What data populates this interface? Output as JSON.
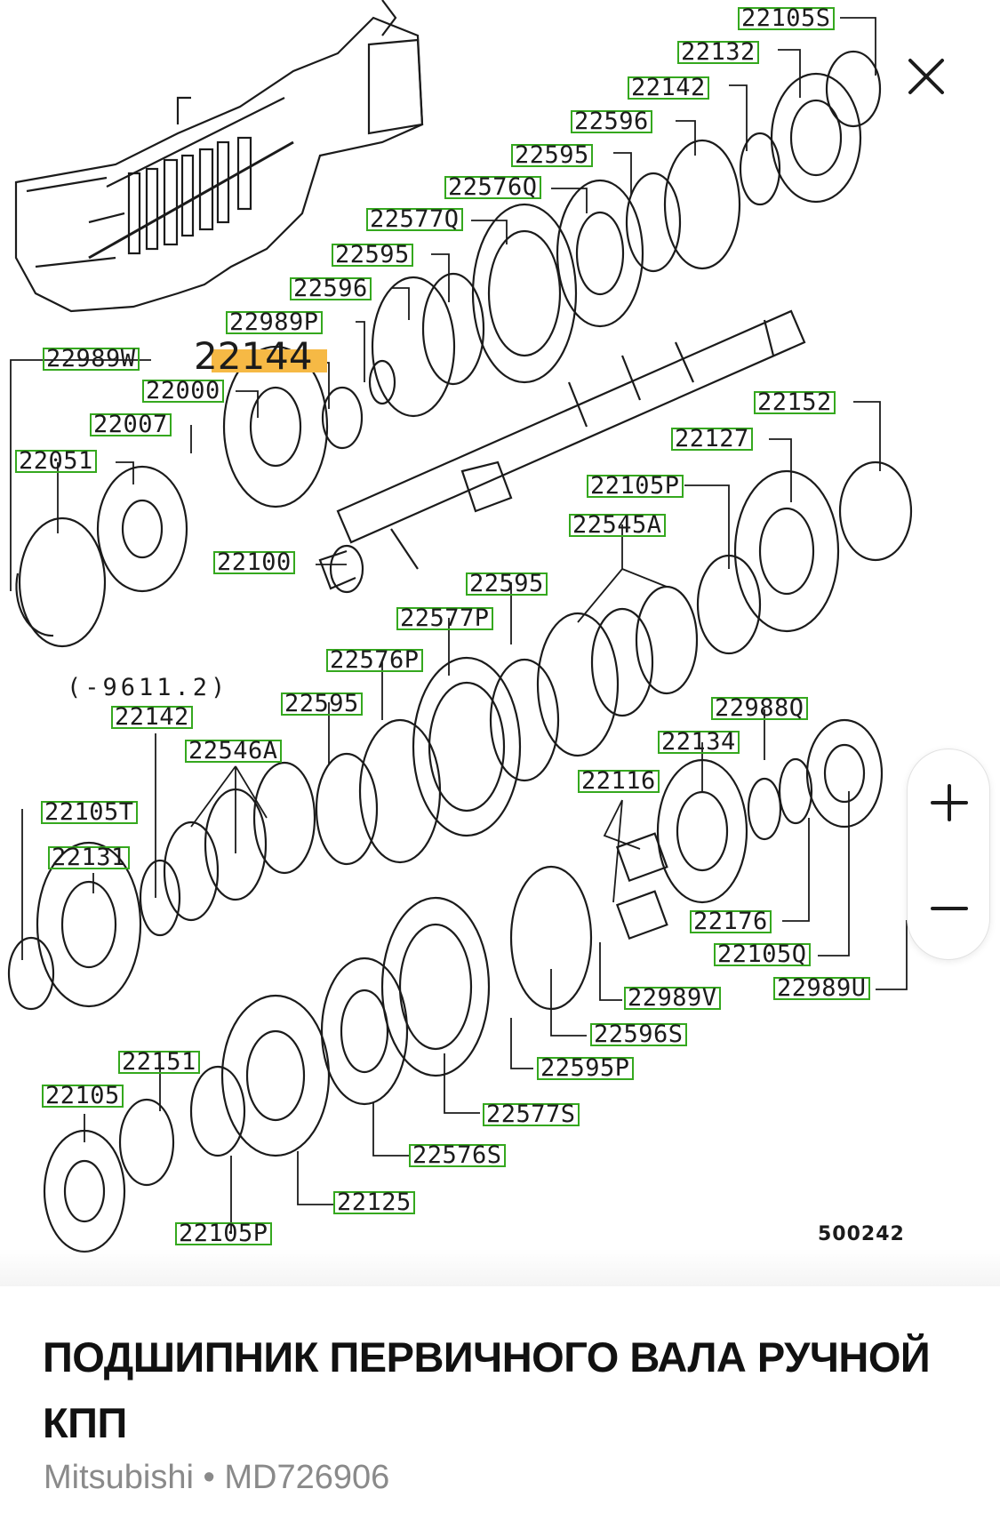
{
  "diagram": {
    "callouts": {
      "c22105S_top": "22105S",
      "c22132": "22132",
      "c22142_top": "22142",
      "c22596_top": "22596",
      "c22595_top": "22595",
      "c22576Q": "22576Q",
      "c22577Q": "22577Q",
      "c22595_b": "22595",
      "c22596_b": "22596",
      "c22989P": "22989P",
      "c22989W": "22989W",
      "c22144": "22144",
      "c22000": "22000",
      "c22007": "22007",
      "c22051": "22051",
      "c22100": "22100",
      "c22152": "22152",
      "c22127": "22127",
      "c22105P_mid": "22105P",
      "c22545A": "22545A",
      "c22595_c": "22595",
      "c22577P": "22577P",
      "c22576P": "22576P",
      "c22595_d": "22595",
      "c22142_b": "22142",
      "c22546A": "22546A",
      "c22105T": "22105T",
      "c22131": "22131",
      "c22988Q": "22988Q",
      "c22134": "22134",
      "c22116": "22116",
      "c22176": "22176",
      "c22105Q": "22105Q",
      "c22989U": "22989U",
      "c22989V": "22989V",
      "c22596S": "22596S",
      "c22595P": "22595P",
      "c22577S": "22577S",
      "c22576S": "22576S",
      "c22151": "22151",
      "c22105": "22105",
      "c22125": "22125",
      "c22105P_bot": "22105P"
    },
    "note": "(-9611.2)",
    "diagram_id": "500242"
  },
  "controls": {
    "close_icon": "close-icon",
    "zoom_in_icon": "plus-icon",
    "zoom_out_icon": "minus-icon"
  },
  "product": {
    "title": "ПОДШИПНИК ПЕРВИЧНОГО ВАЛА РУЧНОЙ КПП",
    "brand": "Mitsubishi",
    "separator": "•",
    "part_number": "MD726906"
  },
  "colors": {
    "callout_border": "#35a81e",
    "highlight": "#f6b945",
    "meta_text": "#8a8a8a"
  }
}
